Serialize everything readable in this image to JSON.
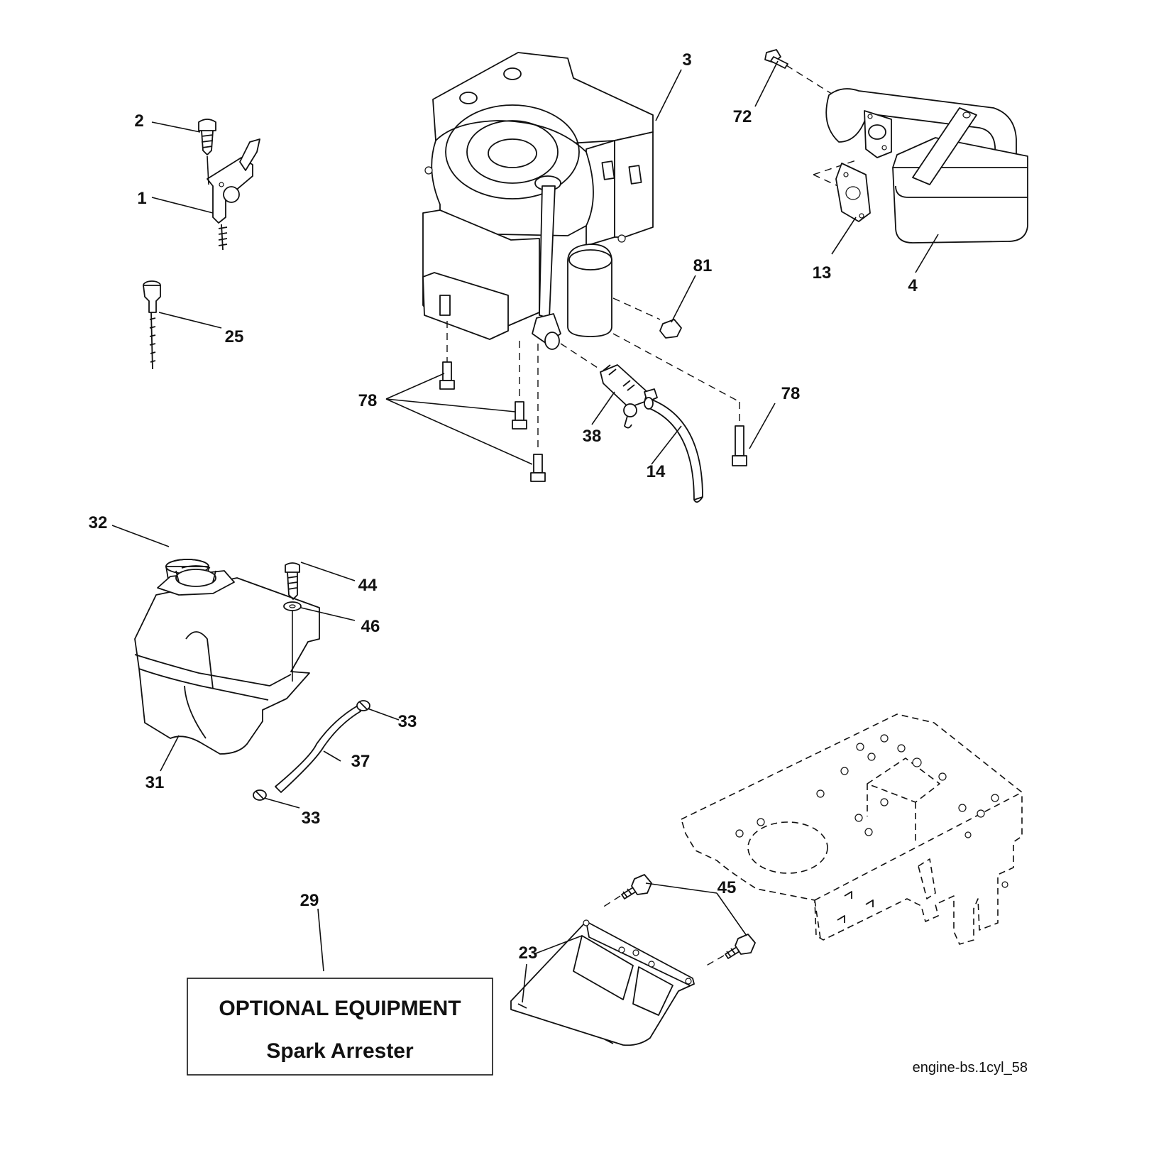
{
  "callouts": {
    "c1": "1",
    "c2": "2",
    "c3": "3",
    "c4": "4",
    "c13": "13",
    "c14": "14",
    "c23": "23",
    "c25": "25",
    "c29": "29",
    "c31": "31",
    "c32": "32",
    "c33a": "33",
    "c33b": "33",
    "c37": "37",
    "c38": "38",
    "c44": "44",
    "c45": "45",
    "c46": "46",
    "c72": "72",
    "c78a": "78",
    "c78b": "78",
    "c81": "81"
  },
  "optional_box": {
    "line1": "OPTIONAL EQUIPMENT",
    "line2": "Spark Arrester"
  },
  "document_id": "engine-bs.1cyl_58"
}
